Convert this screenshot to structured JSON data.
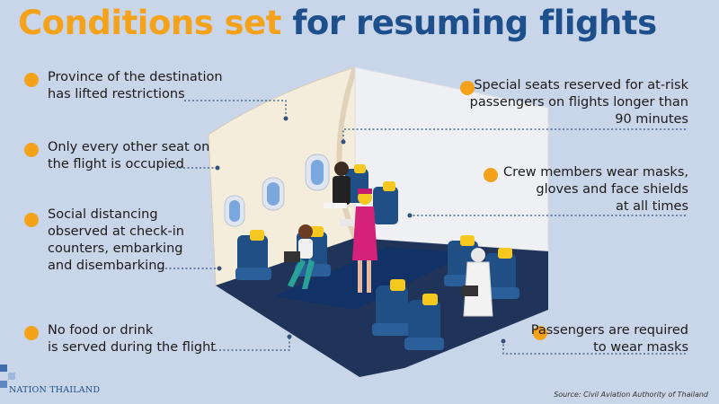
{
  "title": {
    "part1": "Conditions set",
    "part2": "for resuming flights"
  },
  "conditions": {
    "left": [
      {
        "lines": [
          "Province of the destination",
          "has lifted restrictions"
        ]
      },
      {
        "lines": [
          "Only every other seat on",
          "the flight is occupied"
        ]
      },
      {
        "lines": [
          "Social distancing",
          "observed at check-in",
          "counters, embarking",
          "and disembarking"
        ]
      },
      {
        "lines": [
          "No food or drink",
          "is served during the flight"
        ]
      }
    ],
    "right": [
      {
        "lines": [
          "Special seats reserved for at-risk",
          "passengers on flights longer than",
          "90 minutes"
        ]
      },
      {
        "lines": [
          "Crew members wear masks,",
          "gloves and face shields",
          "at all times"
        ]
      },
      {
        "lines": [
          "Passengers are required",
          "to wear masks"
        ]
      }
    ]
  },
  "source": "Source: Civil Aviation Authority of Thailand",
  "logo": "NATION THAILAND",
  "colors": {
    "background": "#c9d5e8",
    "title_orange": "#f5a21b",
    "title_blue": "#1d4f8c",
    "bullet": "#f4a21a",
    "seat": "#204f86",
    "seat_accent": "#f4c81f",
    "cabin_wall": "#f5eddc",
    "floor": "#1f3458",
    "aisle": "#123166"
  }
}
